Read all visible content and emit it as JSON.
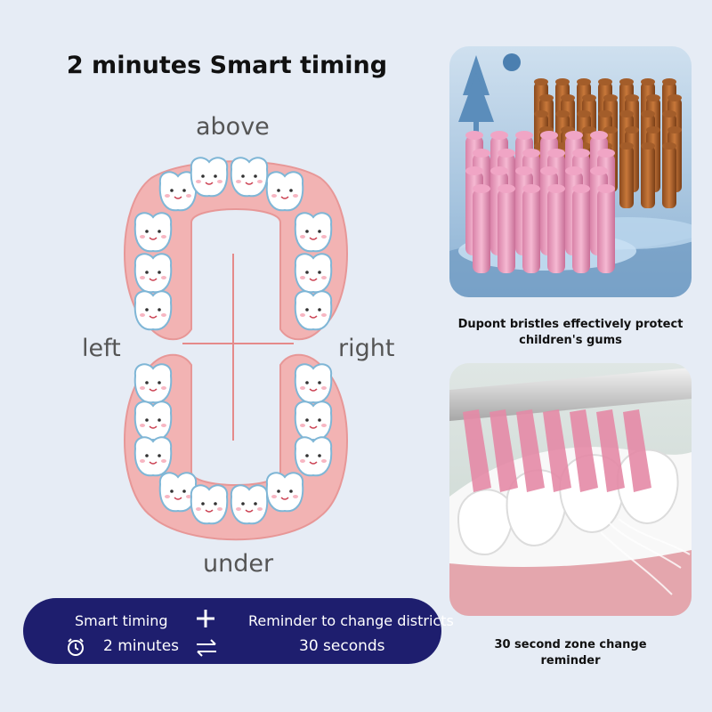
{
  "title": "2 minutes Smart timing",
  "directions": {
    "above": "above",
    "left": "left",
    "right": "right",
    "under": "under"
  },
  "timer_panel": {
    "smart_timing_label": "Smart timing",
    "smart_timing_value": "2 minutes",
    "reminder_label": "Reminder to change districts",
    "reminder_value": "30 seconds"
  },
  "features": [
    {
      "caption_line1": "Dupont bristles effectively protect",
      "caption_line2": "children's gums"
    },
    {
      "caption_line1": "30 second zone change",
      "caption_line2": "reminder"
    }
  ],
  "colors": {
    "panel": "#1e1e6e",
    "gum": "#f2b3b3",
    "background": "#e6ecf5"
  },
  "icons": [
    "alarm-clock-icon",
    "plus-icon",
    "swap-arrows-icon"
  ]
}
